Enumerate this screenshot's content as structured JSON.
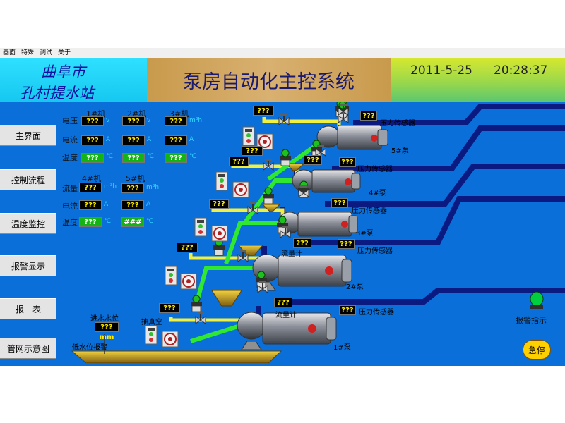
{
  "menu": [
    "画面",
    "特殊",
    "调试",
    "关于"
  ],
  "header": {
    "station_line1": "曲阜市",
    "station_line2": "孔村提水站",
    "title": "泵房自动化主控系统",
    "date": "2011-5-25",
    "time": "20:28:37"
  },
  "nav": [
    "主界面",
    "控制流程",
    "温度监控",
    "报警显示",
    "报　表",
    "管网示意图"
  ],
  "monitor": {
    "group1_headers": [
      "1#机",
      "2#机",
      "3#机"
    ],
    "group2_headers": [
      "4#机",
      "5#机"
    ],
    "row_labels": {
      "voltage": "电压",
      "current": "电流",
      "temperature": "温度",
      "flow": "流量"
    },
    "units": {
      "voltage": "v",
      "current": "A",
      "temperature": "℃",
      "flow": "m³h"
    },
    "placeholder": "???",
    "overflow": "###"
  },
  "display_values": {
    "generic": "???",
    "level": "??? mm"
  },
  "pumps": [
    "1#泵",
    "2#泵",
    "3#泵",
    "4#泵",
    "5#泵"
  ],
  "labels": {
    "pressure_sensor": "压力传感器",
    "flow_meter": "流量计",
    "inlet_level": "进水水位",
    "low_level_alarm": "低水位报警",
    "vacuum": "抽真空",
    "alarm_indicator": "报警指示",
    "emergency_stop": "急停"
  },
  "colors": {
    "background": "#0b6fd9",
    "pipe_blue": "#0a1a80",
    "pipe_yellow": "#f0f040",
    "pipe_green": "#30e830",
    "alarm_light": "#00d040",
    "estop": "#ffd000"
  }
}
